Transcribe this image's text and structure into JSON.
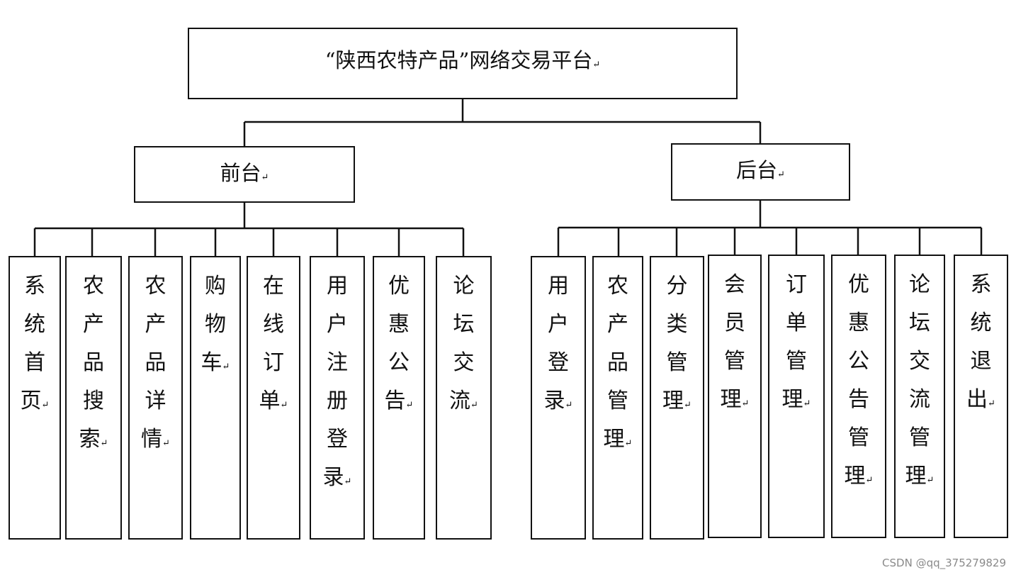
{
  "root": {
    "label": "“陕西农特产品”网络交易平台"
  },
  "front": {
    "label": "前台",
    "children": [
      "系统首页",
      "农产品搜索",
      "农产品详情",
      "购物车",
      "在线订单",
      "用户注册登录",
      "优惠公告",
      "论坛交流"
    ]
  },
  "back": {
    "label": "后台",
    "children": [
      "用户登录",
      "农产品管理",
      "分类管理",
      "会员管理",
      "订单管理",
      "优惠公告管理",
      "论坛交流管理",
      "系统退出"
    ]
  },
  "paragraph_mark": "↵",
  "watermark": "CSDN @qq_375279829",
  "colors": {
    "line": "#111111",
    "background": "#ffffff",
    "watermark": "#8a8a8a"
  }
}
